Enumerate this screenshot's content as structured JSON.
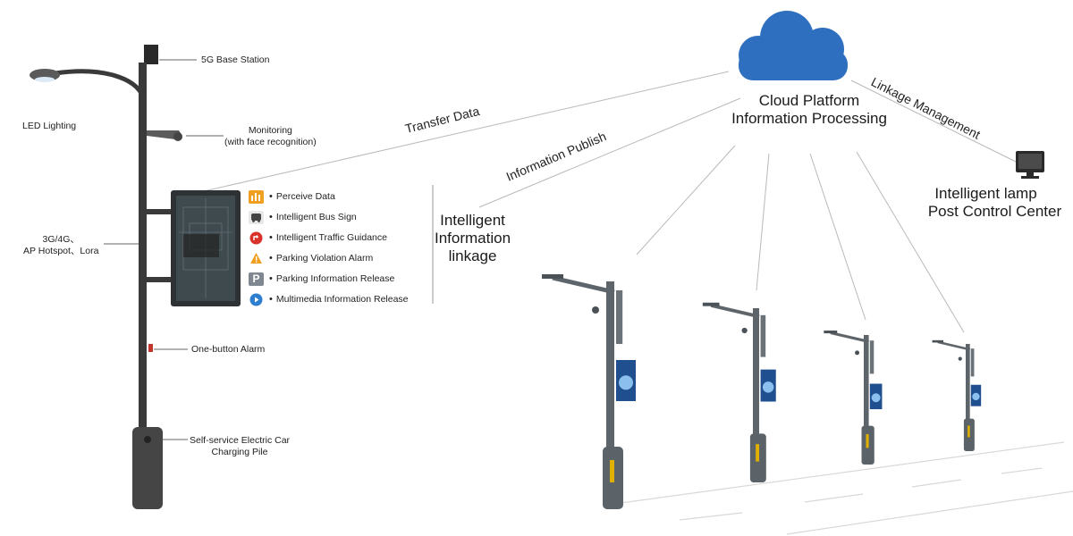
{
  "pole_labels": {
    "base_station": "5G Base Station",
    "led": "LED Lighting",
    "monitoring": "Monitoring\n(with face recognition)",
    "hotspot": "3G/4G、\nAP Hotspot、Lora",
    "alarm": "One-button Alarm",
    "charging": "Self-service Electric Car\nCharging Pile"
  },
  "features": [
    {
      "label": "Perceive Data",
      "icon": "bar-chart-icon",
      "color": "#f0a020"
    },
    {
      "label": "Intelligent Bus Sign",
      "icon": "bus-icon",
      "color": "#e8e8e8"
    },
    {
      "label": " Intelligent Traffic Guidance",
      "icon": "traffic-sign-icon",
      "color": "#d8322a"
    },
    {
      "label": "Parking Violation Alarm",
      "icon": "warning-icon",
      "color": "#f0a020"
    },
    {
      "label": "Parking Information Release",
      "icon": "parking-icon",
      "color": "#7f8890"
    },
    {
      "label": "Multimedia Information Release",
      "icon": "play-icon",
      "color": "#2f7fd0"
    }
  ],
  "info_linkage": "Intelligent\nInformation\nlinkage",
  "cloud": {
    "line1": "Cloud Platform",
    "line2": "Information Processing",
    "color": "#2f6fbf"
  },
  "control_center": {
    "line1": "Intelligent lamp",
    "line2": "Post Control Center"
  },
  "links": {
    "transfer": "Transfer Data",
    "publish": "Information Publish",
    "linkage": "Linkage Management"
  }
}
